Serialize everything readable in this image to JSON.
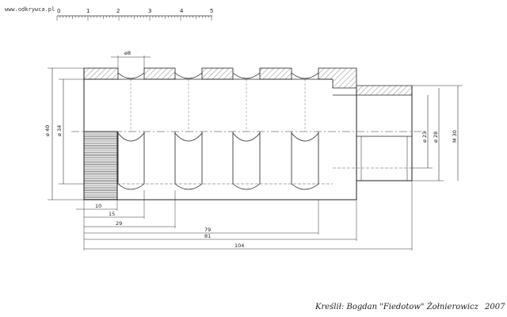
{
  "header": {
    "site": "www.odkrywca.pl"
  },
  "scale": {
    "labels": [
      "0",
      "1",
      "2",
      "3",
      "4",
      "5"
    ]
  },
  "dimensions": {
    "phi8": "ø8",
    "phi40": "ø 40",
    "phi34": "ø 34",
    "phi23": "ø 23",
    "phi28": "ø 28",
    "m30": "M 30",
    "d10": "10",
    "d15": "15",
    "d29": "29",
    "d79": "79",
    "d81": "81",
    "d104": "104"
  },
  "footer": {
    "credit": "Kreślił: Bogdan \"Fiedotow\" Żołnierowicz",
    "year": "2007"
  }
}
